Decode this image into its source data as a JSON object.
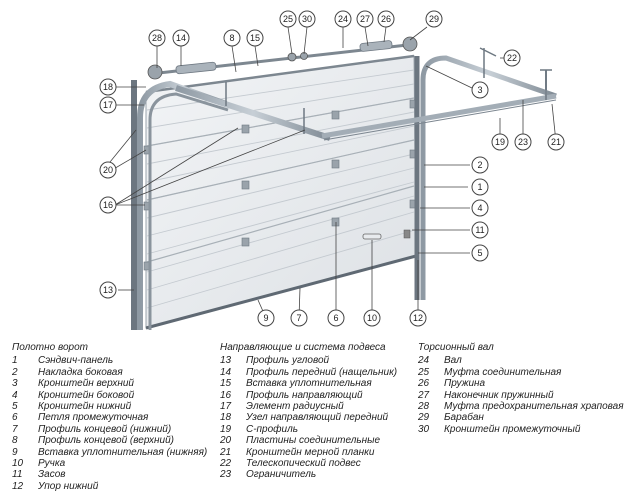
{
  "callouts": {
    "c1": "1",
    "c2": "2",
    "c3": "3",
    "c4": "4",
    "c5": "5",
    "c6": "6",
    "c7": "7",
    "c8": "8",
    "c9": "9",
    "c10": "10",
    "c11": "11",
    "c12": "12",
    "c13": "13",
    "c14": "14",
    "c15": "15",
    "c16": "16",
    "c17": "17",
    "c18": "18",
    "c19": "19",
    "c20": "20",
    "c21": "21",
    "c22": "22",
    "c23": "23",
    "c24": "24",
    "c25": "25",
    "c26": "26",
    "c27": "27",
    "c28": "28",
    "c29": "29",
    "c30": "30"
  },
  "legend": {
    "col1": {
      "heading": "Полотно ворот",
      "items": [
        {
          "num": "1",
          "label": "Сэндвич-панель"
        },
        {
          "num": "2",
          "label": "Накладка боковая"
        },
        {
          "num": "3",
          "label": "Кронштейн верхний"
        },
        {
          "num": "4",
          "label": "Кронштейн боковой"
        },
        {
          "num": "5",
          "label": "Кронштейн нижний"
        },
        {
          "num": "6",
          "label": "Петля промежуточная"
        },
        {
          "num": "7",
          "label": "Профиль концевой (нижний)"
        },
        {
          "num": "8",
          "label": "Профиль концевой (верхний)"
        },
        {
          "num": "9",
          "label": "Вставка уплотнительная (нижняя)"
        },
        {
          "num": "10",
          "label": "Ручка"
        },
        {
          "num": "11",
          "label": "Засов"
        },
        {
          "num": "12",
          "label": "Упор нижний"
        }
      ]
    },
    "col2": {
      "heading": "Направляющие и система подвеса",
      "items": [
        {
          "num": "13",
          "label": "Профиль угловой"
        },
        {
          "num": "14",
          "label": "Профиль передний (нащельник)"
        },
        {
          "num": "15",
          "label": "Вставка уплотнительная"
        },
        {
          "num": "16",
          "label": "Профиль направляющий"
        },
        {
          "num": "17",
          "label": "Элемент радиусный"
        },
        {
          "num": "18",
          "label": "Узел направляющий передний"
        },
        {
          "num": "19",
          "label": "С-профиль"
        },
        {
          "num": "20",
          "label": "Пластины соединительные"
        },
        {
          "num": "21",
          "label": "Кронштейн мерной планки"
        },
        {
          "num": "22",
          "label": "Телескопический подвес"
        },
        {
          "num": "23",
          "label": "Ограничитель"
        }
      ]
    },
    "col3": {
      "heading": "Торсионный вал",
      "items": [
        {
          "num": "24",
          "label": "Вал"
        },
        {
          "num": "25",
          "label": "Муфта соединительная"
        },
        {
          "num": "26",
          "label": "Пружина"
        },
        {
          "num": "27",
          "label": "Наконечник пружинный"
        },
        {
          "num": "28",
          "label": "Муфта предохранительная храповая"
        },
        {
          "num": "29",
          "label": "Барабан"
        },
        {
          "num": "30",
          "label": "Кронштейн промежуточный"
        }
      ]
    }
  }
}
